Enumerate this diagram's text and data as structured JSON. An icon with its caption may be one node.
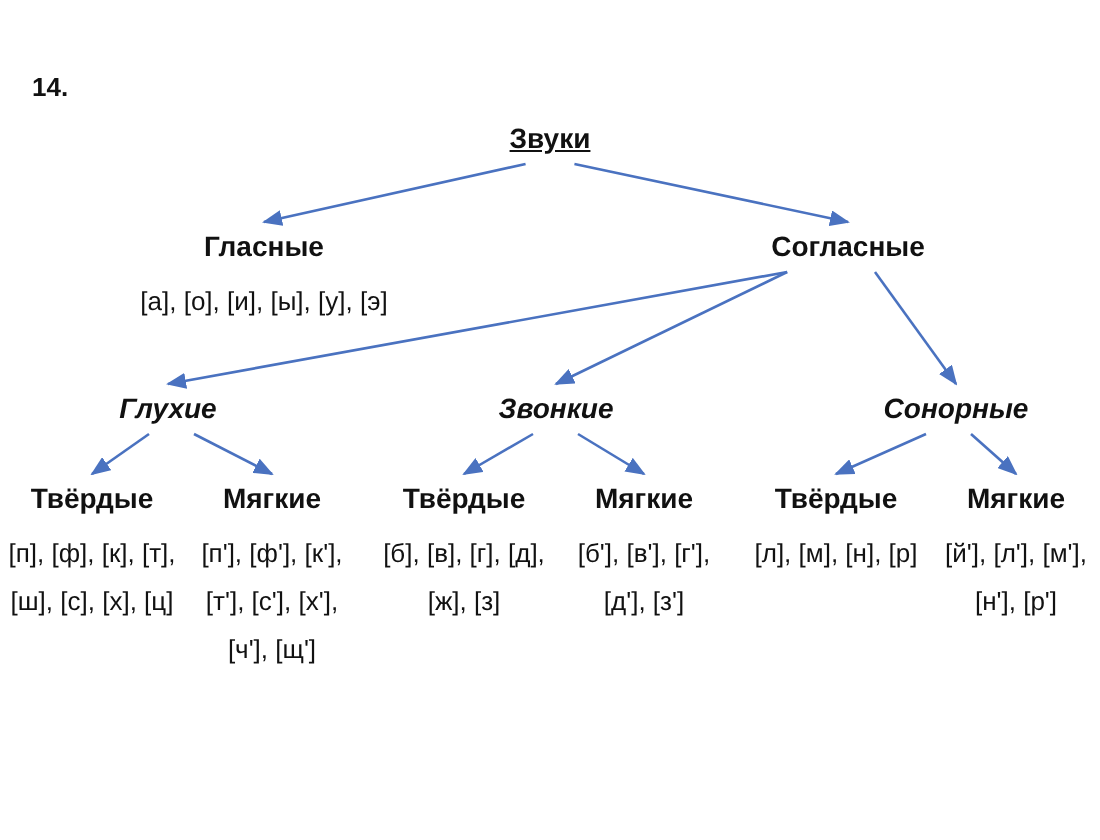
{
  "diagram": {
    "nodes": [
      {
        "text": [
          "Звуки"
        ]
      },
      {
        "text": [
          "Гласные",
          "[а], [о], [и], [ы], [у], [э]"
        ]
      },
      {
        "text": [
          "Согласные"
        ]
      },
      {
        "text": [
          "Глухие"
        ]
      },
      {
        "text": [
          "Звонкие"
        ]
      },
      {
        "text": [
          "Сонорные"
        ]
      },
      {
        "text": [
          "Твёрдые",
          "[п], [ф], [к], [т], [ш], [с], [х], [ц]"
        ]
      },
      {
        "text": [
          "Мягкие",
          "[п'], [ф'], [к'], [т'], [с'], [х'], [ч'], [щ']"
        ]
      },
      {
        "text": [
          "Твёрдые",
          "[б], [в], [г], [д], [ж], [з]"
        ]
      },
      {
        "text": [
          "Мягкие",
          "[б'], [в'], [г'], [д'], [з']"
        ]
      },
      {
        "text": [
          "Твёрдые",
          "[л], [м], [н], [р]"
        ]
      },
      {
        "text": [
          "Мягкие",
          "[й'], [л'], [м'], [н'], [р']"
        ]
      }
    ],
    "edges": [
      {
        "from": 0,
        "to": 1,
        "arrow": "to"
      },
      {
        "from": 0,
        "to": 2,
        "arrow": "to"
      },
      {
        "from": 2,
        "to": 3,
        "arrow": "to"
      },
      {
        "from": 2,
        "to": 4,
        "arrow": "to"
      },
      {
        "from": 2,
        "to": 5,
        "arrow": "to"
      },
      {
        "from": 3,
        "to": 6,
        "arrow": "to"
      },
      {
        "from": 3,
        "to": 7,
        "arrow": "to"
      },
      {
        "from": 4,
        "to": 8,
        "arrow": "to"
      },
      {
        "from": 4,
        "to": 9,
        "arrow": "to"
      },
      {
        "from": 5,
        "to": 10,
        "arrow": "to"
      },
      {
        "from": 5,
        "to": 11,
        "arrow": "to"
      }
    ],
    "labels": [
      "14."
    ]
  }
}
